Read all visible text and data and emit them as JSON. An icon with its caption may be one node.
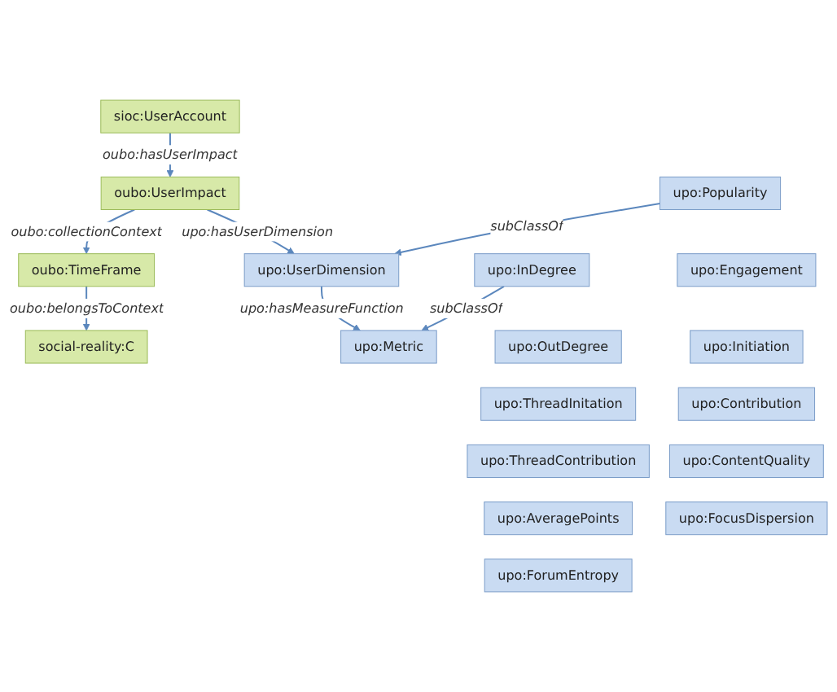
{
  "diagram": {
    "nodes": [
      {
        "text": [
          "social-reality:C"
        ]
      },
      {
        "text": [
          "sioc:UserAccount"
        ]
      },
      {
        "text": [
          "oubo:TimeFrame"
        ]
      },
      {
        "text": [
          "oubo:UserImpact"
        ]
      },
      {
        "text": [
          "upo:Metric"
        ]
      },
      {
        "text": [
          "upo:UserDimension"
        ]
      },
      {
        "text": [
          "upo:InDegree"
        ]
      },
      {
        "text": [
          "upo:OutDegree"
        ]
      },
      {
        "text": [
          "upo:ThreadInitation"
        ]
      },
      {
        "text": [
          "upo:ThreadContribution"
        ]
      },
      {
        "text": [
          "upo:AveragePoints"
        ]
      },
      {
        "text": [
          "upo:ForumEntropy"
        ]
      },
      {
        "text": [
          "upo:Popularity"
        ]
      },
      {
        "text": [
          "upo:Engagement"
        ]
      },
      {
        "text": [
          "upo:Initiation"
        ]
      },
      {
        "text": [
          "upo:Contribution"
        ]
      },
      {
        "text": [
          "upo:ContentQuality"
        ]
      },
      {
        "text": [
          "upo:FocusDispersion"
        ]
      }
    ],
    "edges": [
      {
        "from": 2,
        "to": 0,
        "arrow": "to",
        "label": "oubo:belongsToContext"
      },
      {
        "from": 1,
        "to": 3,
        "arrow": "to",
        "label": "oubo:hasUserImpact"
      },
      {
        "from": 3,
        "to": 2,
        "arrow": "to",
        "label": "oubo:collectionContext"
      },
      {
        "from": 3,
        "to": 5,
        "arrow": "to",
        "label": "upo:hasUserDimension"
      },
      {
        "from": 5,
        "to": 4,
        "arrow": "to",
        "label": "upo:hasMeasureFunction"
      },
      {
        "from": 6,
        "to": 4,
        "arrow": "to",
        "label": "subClassOf"
      },
      {
        "from": 12,
        "to": 5,
        "arrow": "to",
        "label": "subClassOf"
      }
    ]
  }
}
